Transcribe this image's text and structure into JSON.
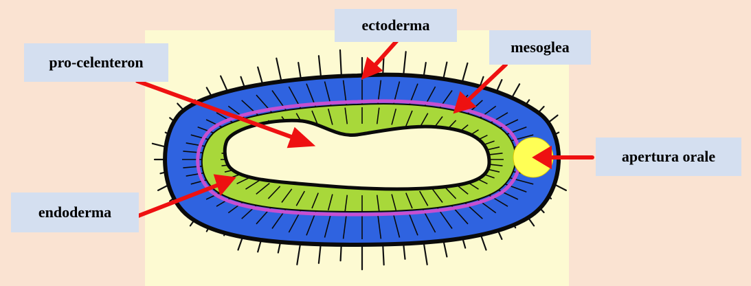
{
  "labels": {
    "ectoderma": "ectoderma",
    "mesoglea": "mesoglea",
    "pro_celenteron": "pro-celenteron",
    "apertura_orale": "apertura orale",
    "endoderma": "endoderma"
  },
  "colors": {
    "background": "#fae3d2",
    "panel": "#fdfad2",
    "label_box": "#d4dff0",
    "ectoderm": "#2f63e0",
    "endoderm": "#a8d83a",
    "mesoglea": "#c64fd0",
    "arrow": "#ee1111",
    "mouth": "#ffff55"
  }
}
